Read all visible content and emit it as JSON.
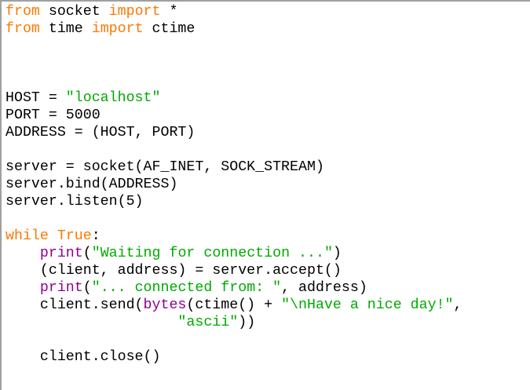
{
  "editor": {
    "colors": {
      "keyword": "#ff7700",
      "builtin": "#900090",
      "string": "#00aa00",
      "default": "#000000",
      "background": "#ffffff"
    },
    "lines": [
      [
        {
          "t": "kw",
          "text": "from"
        },
        {
          "t": "df",
          "text": " socket "
        },
        {
          "t": "kw",
          "text": "import"
        },
        {
          "t": "df",
          "text": " *"
        }
      ],
      [
        {
          "t": "kw",
          "text": "from"
        },
        {
          "t": "df",
          "text": " time "
        },
        {
          "t": "kw",
          "text": "import"
        },
        {
          "t": "df",
          "text": " ctime"
        }
      ],
      [],
      [],
      [],
      [
        {
          "t": "df",
          "text": "HOST = "
        },
        {
          "t": "st",
          "text": "\"localhost\""
        }
      ],
      [
        {
          "t": "df",
          "text": "PORT = 5000"
        }
      ],
      [
        {
          "t": "df",
          "text": "ADDRESS = (HOST, PORT)"
        }
      ],
      [],
      [
        {
          "t": "df",
          "text": "server = socket(AF_INET, SOCK_STREAM)"
        }
      ],
      [
        {
          "t": "df",
          "text": "server.bind(ADDRESS)"
        }
      ],
      [
        {
          "t": "df",
          "text": "server.listen(5)"
        }
      ],
      [],
      [
        {
          "t": "kw",
          "text": "while"
        },
        {
          "t": "df",
          "text": " "
        },
        {
          "t": "kw",
          "text": "True"
        },
        {
          "t": "df",
          "text": ":"
        }
      ],
      [
        {
          "t": "df",
          "text": "    "
        },
        {
          "t": "bi",
          "text": "print"
        },
        {
          "t": "df",
          "text": "("
        },
        {
          "t": "st",
          "text": "\"Waiting for connection ...\""
        },
        {
          "t": "df",
          "text": ")"
        }
      ],
      [
        {
          "t": "df",
          "text": "    (client, address) = server.accept()"
        }
      ],
      [
        {
          "t": "df",
          "text": "    "
        },
        {
          "t": "bi",
          "text": "print"
        },
        {
          "t": "df",
          "text": "("
        },
        {
          "t": "st",
          "text": "\"... connected from: \""
        },
        {
          "t": "df",
          "text": ", address)"
        }
      ],
      [
        {
          "t": "df",
          "text": "    client.send("
        },
        {
          "t": "bi",
          "text": "bytes"
        },
        {
          "t": "df",
          "text": "(ctime() + "
        },
        {
          "t": "st",
          "text": "\"\\nHave a nice day!\""
        },
        {
          "t": "df",
          "text": ","
        }
      ],
      [
        {
          "t": "df",
          "text": "                    "
        },
        {
          "t": "st",
          "text": "\"ascii\""
        },
        {
          "t": "df",
          "text": "))"
        }
      ],
      [],
      [
        {
          "t": "df",
          "text": "    client.close()"
        }
      ]
    ]
  }
}
